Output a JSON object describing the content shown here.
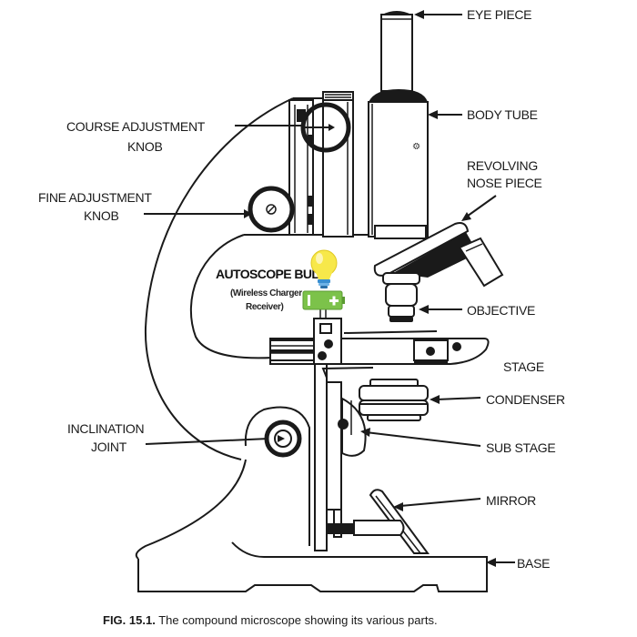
{
  "figure": {
    "caption_number": "FIG. 15.1.",
    "caption_text": " The compound microscope showing its various parts."
  },
  "labels": {
    "eye_piece": "EYE PIECE",
    "body_tube": "BODY TUBE",
    "revolving_nose_piece_1": "REVOLVING",
    "revolving_nose_piece_2": "NOSE PIECE",
    "objective": "OBJECTIVE",
    "stage": "STAGE",
    "condenser": "CONDENSER",
    "sub_stage": "SUB STAGE",
    "mirror": "MIRROR",
    "base": "BASE",
    "course_adjustment_1": "COURSE ADJUSTMENT",
    "course_adjustment_2": "KNOB",
    "fine_adjustment_1": "FINE ADJUSTMENT",
    "fine_adjustment_2": "KNOB",
    "inclination_1": "INCLINATION",
    "inclination_2": "JOINT"
  },
  "annotation": {
    "title": "AUTOSCOPE BULB",
    "subtitle_1": "(Wireless Charger",
    "subtitle_2": "Receiver)",
    "bulb_icon": "lightbulb-icon",
    "battery_icon": "battery-icon",
    "colors": {
      "bulb": "#f7e84a",
      "bulb_base": "#3a8fd0",
      "battery": "#7cc24a"
    }
  }
}
